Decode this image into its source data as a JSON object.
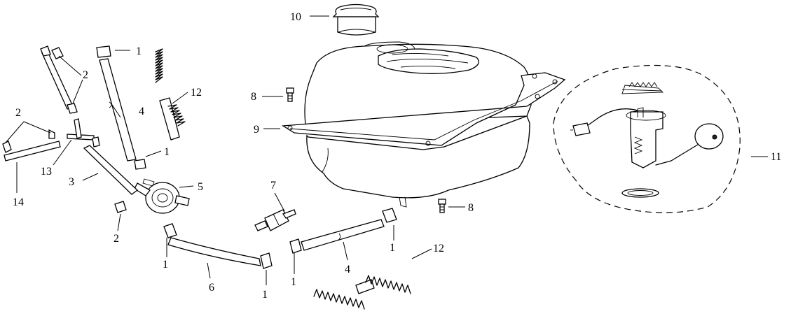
{
  "callouts": {
    "c1a": "1",
    "c1b": "1",
    "c1c": "1",
    "c1d": "1",
    "c1e": "1",
    "c1f": "1",
    "c2a": "2",
    "c2b": "2",
    "c2c": "2",
    "c3": "3",
    "c4a": "4",
    "c4b": "4",
    "c5": "5",
    "c6": "6",
    "c7": "7",
    "c8a": "8",
    "c8b": "8",
    "c9": "9",
    "c10": "10",
    "c11": "11",
    "c12a": "12",
    "c12b": "12",
    "c13": "13",
    "c14": "14"
  }
}
